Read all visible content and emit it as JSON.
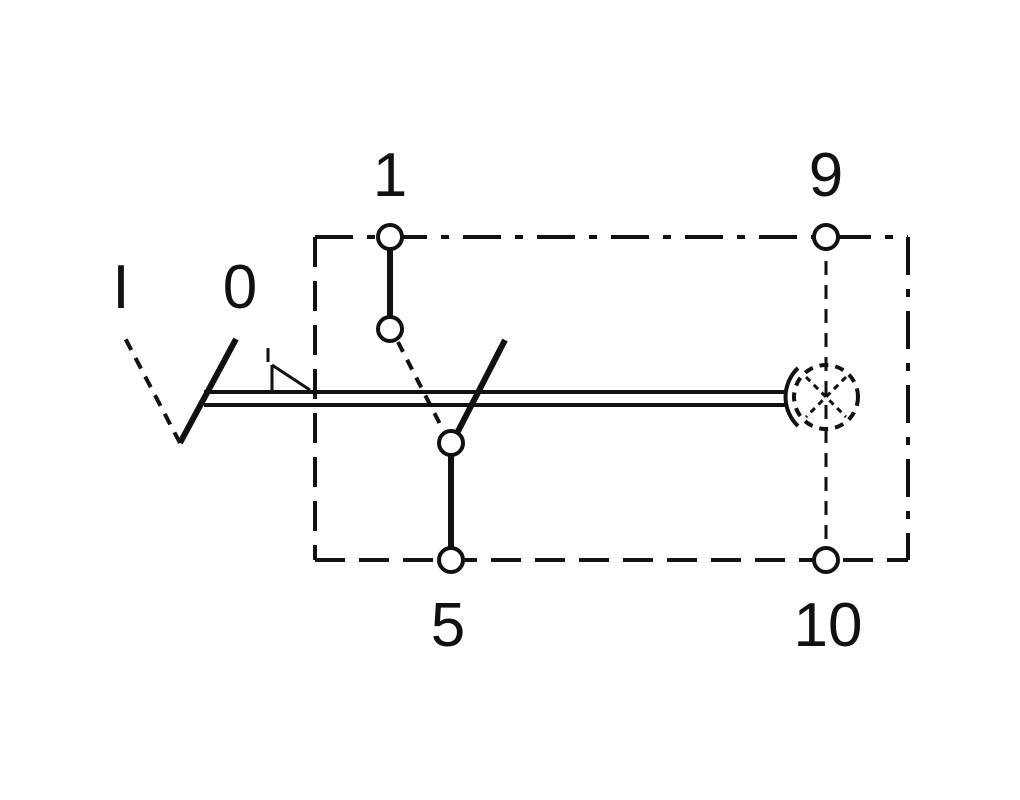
{
  "terminals": {
    "t1": "1",
    "t9": "9",
    "t5": "5",
    "t10": "10"
  },
  "positions": {
    "on": "I",
    "off": "0"
  },
  "colors": {
    "line": "#111111",
    "background": "#ffffff"
  }
}
